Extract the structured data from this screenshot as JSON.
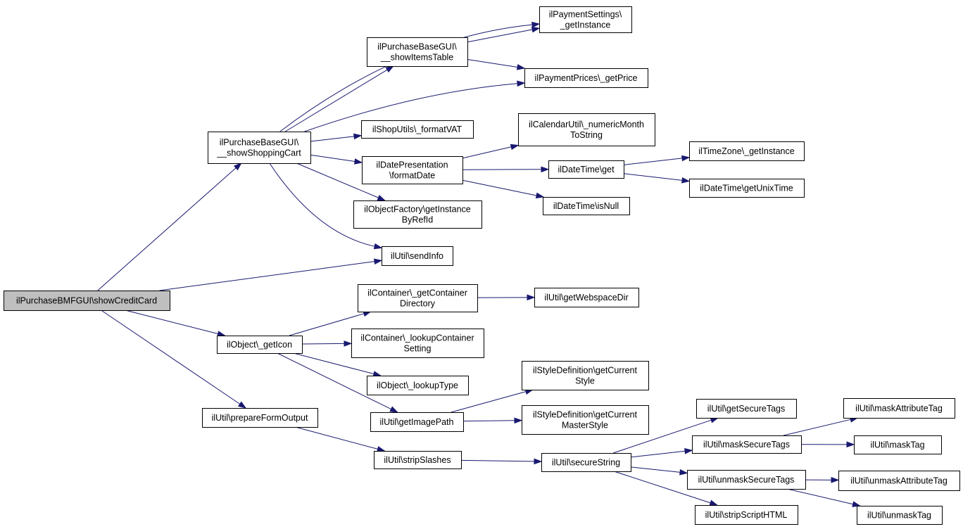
{
  "nodes": [
    {
      "id": "showCreditCard",
      "lines": [
        "ilPurchaseBMFGUI\\showCreditCard"
      ],
      "root": true
    },
    {
      "id": "showShoppingCart",
      "lines": [
        "ilPurchaseBaseGUI\\",
        "__showShoppingCart"
      ]
    },
    {
      "id": "getIcon",
      "lines": [
        "ilObject\\_getIcon"
      ]
    },
    {
      "id": "prepareFormOutput",
      "lines": [
        "ilUtil\\prepareFormOutput"
      ]
    },
    {
      "id": "showItemsTable",
      "lines": [
        "ilPurchaseBaseGUI\\",
        "__showItemsTable"
      ]
    },
    {
      "id": "paymentSettings",
      "lines": [
        "ilPaymentSettings\\",
        "_getInstance"
      ]
    },
    {
      "id": "getPrice",
      "lines": [
        "ilPaymentPrices\\_getPrice"
      ]
    },
    {
      "id": "formatVAT",
      "lines": [
        "ilShopUtils\\_formatVAT"
      ]
    },
    {
      "id": "formatDate",
      "lines": [
        "ilDatePresentation",
        "\\formatDate"
      ]
    },
    {
      "id": "getInstanceByRefId",
      "lines": [
        "ilObjectFactory\\getInstance",
        "ByRefId"
      ]
    },
    {
      "id": "sendInfo",
      "lines": [
        "ilUtil\\sendInfo"
      ]
    },
    {
      "id": "numericMonth",
      "lines": [
        "ilCalendarUtil\\_numericMonth",
        "ToString"
      ]
    },
    {
      "id": "dtGet",
      "lines": [
        "ilDateTime\\get"
      ]
    },
    {
      "id": "isNull",
      "lines": [
        "ilDateTime\\isNull"
      ]
    },
    {
      "id": "tzInstance",
      "lines": [
        "ilTimeZone\\_getInstance"
      ]
    },
    {
      "id": "unixTime",
      "lines": [
        "ilDateTime\\getUnixTime"
      ]
    },
    {
      "id": "containerDir",
      "lines": [
        "ilContainer\\_getContainer",
        "Directory"
      ]
    },
    {
      "id": "webspaceDir",
      "lines": [
        "ilUtil\\getWebspaceDir"
      ]
    },
    {
      "id": "lookupContainerSetting",
      "lines": [
        "ilContainer\\_lookupContainer",
        "Setting"
      ]
    },
    {
      "id": "lookupType",
      "lines": [
        "ilObject\\_lookupType"
      ]
    },
    {
      "id": "getImagePath",
      "lines": [
        "ilUtil\\getImagePath"
      ]
    },
    {
      "id": "currentStyle",
      "lines": [
        "ilStyleDefinition\\getCurrent",
        "Style"
      ]
    },
    {
      "id": "currentMasterStyle",
      "lines": [
        "ilStyleDefinition\\getCurrent",
        "MasterStyle"
      ]
    },
    {
      "id": "stripSlashes",
      "lines": [
        "ilUtil\\stripSlashes"
      ]
    },
    {
      "id": "secureString",
      "lines": [
        "ilUtil\\secureString"
      ]
    },
    {
      "id": "getSecureTags",
      "lines": [
        "ilUtil\\getSecureTags"
      ]
    },
    {
      "id": "maskSecureTags",
      "lines": [
        "ilUtil\\maskSecureTags"
      ]
    },
    {
      "id": "unmaskSecureTags",
      "lines": [
        "ilUtil\\unmaskSecureTags"
      ]
    },
    {
      "id": "stripScriptHTML",
      "lines": [
        "ilUtil\\stripScriptHTML"
      ]
    },
    {
      "id": "maskAttributeTag",
      "lines": [
        "ilUtil\\maskAttributeTag"
      ]
    },
    {
      "id": "maskTag",
      "lines": [
        "ilUtil\\maskTag"
      ]
    },
    {
      "id": "unmaskAttributeTag",
      "lines": [
        "ilUtil\\unmaskAttributeTag"
      ]
    },
    {
      "id": "unmaskTag",
      "lines": [
        "ilUtil\\unmaskTag"
      ]
    }
  ],
  "edges": [
    {
      "from": "showCreditCard",
      "to": "showShoppingCart"
    },
    {
      "from": "showCreditCard",
      "to": "sendInfo"
    },
    {
      "from": "showCreditCard",
      "to": "getIcon"
    },
    {
      "from": "showCreditCard",
      "to": "prepareFormOutput"
    },
    {
      "from": "showShoppingCart",
      "to": "paymentSettings"
    },
    {
      "from": "showShoppingCart",
      "to": "showItemsTable"
    },
    {
      "from": "showShoppingCart",
      "to": "getPrice"
    },
    {
      "from": "showShoppingCart",
      "to": "formatVAT"
    },
    {
      "from": "showShoppingCart",
      "to": "formatDate"
    },
    {
      "from": "showShoppingCart",
      "to": "getInstanceByRefId"
    },
    {
      "from": "showShoppingCart",
      "to": "sendInfo"
    },
    {
      "from": "showItemsTable",
      "to": "paymentSettings"
    },
    {
      "from": "showItemsTable",
      "to": "getPrice"
    },
    {
      "from": "formatDate",
      "to": "numericMonth"
    },
    {
      "from": "formatDate",
      "to": "dtGet"
    },
    {
      "from": "formatDate",
      "to": "isNull"
    },
    {
      "from": "dtGet",
      "to": "tzInstance"
    },
    {
      "from": "dtGet",
      "to": "unixTime"
    },
    {
      "from": "getIcon",
      "to": "containerDir"
    },
    {
      "from": "getIcon",
      "to": "lookupContainerSetting"
    },
    {
      "from": "getIcon",
      "to": "lookupType"
    },
    {
      "from": "getIcon",
      "to": "getImagePath"
    },
    {
      "from": "containerDir",
      "to": "webspaceDir"
    },
    {
      "from": "getImagePath",
      "to": "currentStyle"
    },
    {
      "from": "getImagePath",
      "to": "currentMasterStyle"
    },
    {
      "from": "prepareFormOutput",
      "to": "stripSlashes"
    },
    {
      "from": "stripSlashes",
      "to": "secureString"
    },
    {
      "from": "secureString",
      "to": "getSecureTags"
    },
    {
      "from": "secureString",
      "to": "maskSecureTags"
    },
    {
      "from": "secureString",
      "to": "unmaskSecureTags"
    },
    {
      "from": "secureString",
      "to": "stripScriptHTML"
    },
    {
      "from": "maskSecureTags",
      "to": "maskAttributeTag"
    },
    {
      "from": "maskSecureTags",
      "to": "maskTag"
    },
    {
      "from": "unmaskSecureTags",
      "to": "unmaskAttributeTag"
    },
    {
      "from": "unmaskSecureTags",
      "to": "unmaskTag"
    }
  ]
}
